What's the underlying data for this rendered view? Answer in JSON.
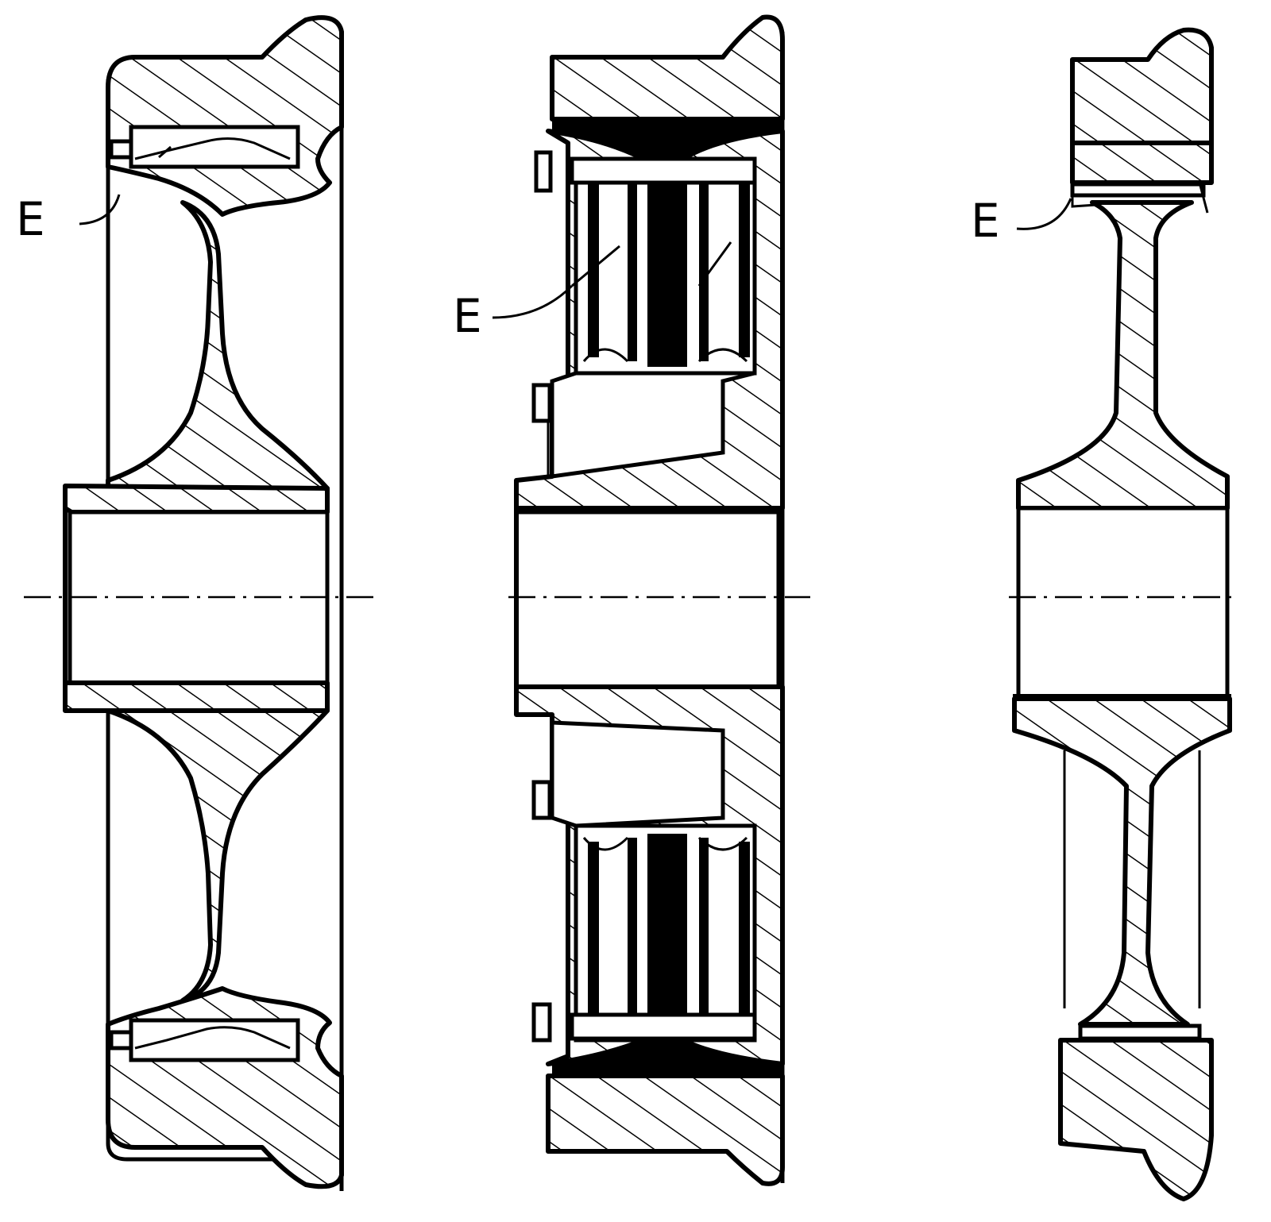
{
  "figure": {
    "labels": {
      "left": "E",
      "middle": "E",
      "right": "E"
    }
  }
}
